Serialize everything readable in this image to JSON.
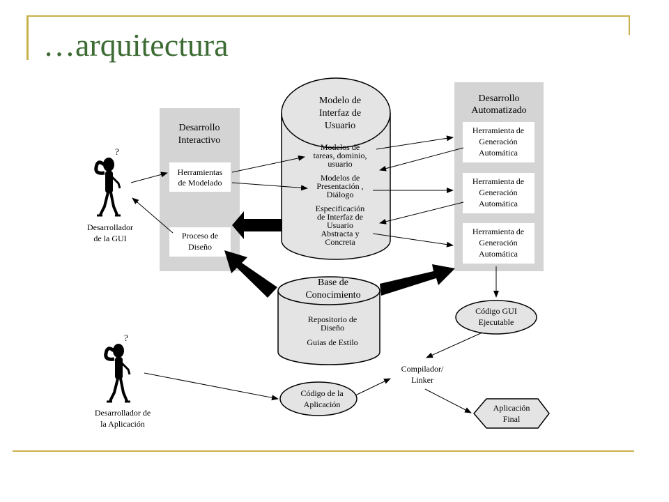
{
  "title": "…arquitectura",
  "diagram": {
    "interactivo": {
      "title1": "Desarrollo",
      "title2": "Interactivo",
      "tools1": "Herramientas",
      "tools2": "de Modelado",
      "process1": "Proceso de",
      "process2": "Diseño"
    },
    "modelo": {
      "title1": "Modelo de",
      "title2": "Interfaz de",
      "title3": "Usuario",
      "tareas1": "Modelos de",
      "tareas2": "tareas, dominio,",
      "tareas3": "usuario",
      "pres1": "Modelos de",
      "pres2": "Presentación ,",
      "pres3": "Diálogo",
      "espec1": "Especificación",
      "espec2": "de Interfaz de",
      "espec3": "Usuario",
      "espec4": "Abstracta y",
      "espec5": "Concreta"
    },
    "automatizado": {
      "title1": "Desarrollo",
      "title2": "Automatizado",
      "tool1": "Herramienta de",
      "tool2": "Generación",
      "tool3": "Automática"
    },
    "conocimiento": {
      "title1": "Base de",
      "title2": "Conocimiento",
      "repo1": "Repositorio de",
      "repo2": "Diseño",
      "guias": "Guias de Estilo"
    },
    "codigo_gui1": "Código GUI",
    "codigo_gui2": "Ejecutable",
    "compilador1": "Compilador/",
    "compilador2": "Linker",
    "codigo_app1": "Código de la",
    "codigo_app2": "Aplicación",
    "app_final1": "Aplicación",
    "app_final2": "Final",
    "gui_dev1": "Desarrollador",
    "gui_dev2": "de la GUI",
    "app_dev1": "Desarrollador de",
    "app_dev2": "la Aplicación",
    "question_mark": "?"
  }
}
